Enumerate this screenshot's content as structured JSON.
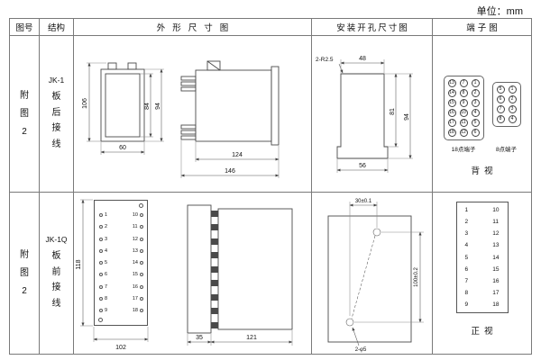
{
  "page": {
    "unit_label": "单位：mm"
  },
  "headers": {
    "fig_no": "图号",
    "structure": "结构",
    "outline": "外形尺寸图",
    "mounting": "安装开孔尺寸图",
    "terminal": "端子图"
  },
  "row1": {
    "fig_no": "附\n图\n2",
    "model": "JK-1",
    "wiring": "板\n后\n接\n线",
    "dims": {
      "front_total_h": "106",
      "front_inner_h": "84",
      "front_outer_h": "94",
      "front_w": "60",
      "side_w1": "124",
      "side_w2": "146"
    },
    "mounting": {
      "corner": "2-R2.5",
      "top_w": "48",
      "inner_h": "81",
      "outer_h": "94",
      "bottom_w": "56"
    },
    "terminal": {
      "grid18": [
        "13",
        "7",
        "1",
        "14",
        "8",
        "2",
        "15",
        "9",
        "3",
        "16",
        "10",
        "4",
        "17",
        "11",
        "5",
        "18",
        "12",
        "6"
      ],
      "grid8": [
        "5",
        "1",
        "6",
        "2",
        "7",
        "3",
        "8",
        "4"
      ],
      "label18": "18点端子",
      "label8": "8点端子",
      "view_label": "背视"
    }
  },
  "row2": {
    "fig_no": "附\n图\n2",
    "model": "JK-1Q",
    "wiring": "板\n前\n接\n线",
    "panel": {
      "left": [
        "1",
        "2",
        "3",
        "4",
        "5",
        "6",
        "7",
        "8",
        "9"
      ],
      "right": [
        "10",
        "11",
        "12",
        "13",
        "14",
        "15",
        "16",
        "17",
        "18"
      ],
      "height": "118",
      "width": "102"
    },
    "side": {
      "w1": "35",
      "w2": "121"
    },
    "mounting": {
      "top_w": "30±0.1",
      "right_h": "100±0.2",
      "holes": "2-φ5"
    },
    "terminal": {
      "left": [
        "1",
        "2",
        "3",
        "4",
        "5",
        "6",
        "7",
        "8",
        "9"
      ],
      "right": [
        "10",
        "11",
        "12",
        "13",
        "14",
        "15",
        "16",
        "17",
        "18"
      ],
      "view_label": "正视"
    }
  }
}
